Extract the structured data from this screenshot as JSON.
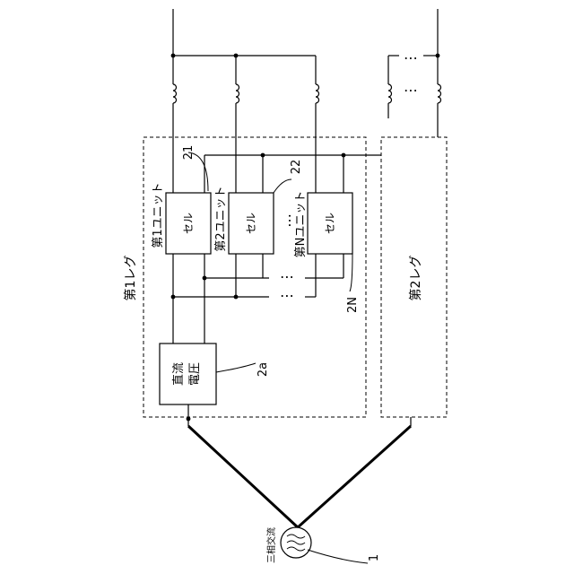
{
  "leg1": {
    "label": "第1レグ",
    "unit1_label": "第1ユニット",
    "unit2_label": "第2ユニット",
    "unitN_label": "第Nユニット",
    "cell_label": "セル",
    "dc_label": "直流電圧",
    "dc_line1": "直流",
    "dc_line2": "電圧"
  },
  "leg2": {
    "label": "第2レグ"
  },
  "source": {
    "label": "三相交流"
  },
  "refs": {
    "r21": "21",
    "r22": "22",
    "r2N": "2N",
    "r2a": "2a",
    "r1": "1"
  },
  "ellipsis": "…"
}
